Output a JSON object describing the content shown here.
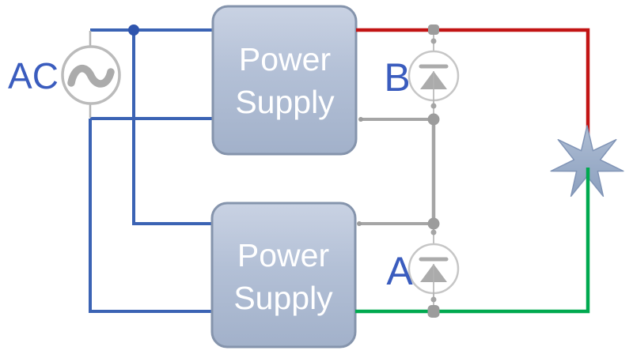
{
  "diagram": {
    "ac_source": {
      "label": "AC"
    },
    "power_supply_top": {
      "line1": "Power",
      "line2": "Supply"
    },
    "power_supply_bottom": {
      "line1": "Power",
      "line2": "Supply"
    },
    "diode_top": {
      "label": "B"
    },
    "diode_bottom": {
      "label": "A"
    },
    "colors": {
      "wire_blue": "#3B63B4",
      "wire_red": "#C21414",
      "wire_green": "#00A94F",
      "wire_gray": "#A5A5A5",
      "symbol_gray": "#ABABAB",
      "outline_gray": "#C6C6C6",
      "node_gray": "#9C9C9C",
      "label_blue": "#3A5CBE",
      "box_border": "#8594AC",
      "box_fill_top": "#C9D2E3",
      "box_fill_bottom": "#A2B1CA",
      "box_text": "#FFFFFF",
      "star_fill": "#9AACC8",
      "star_outline": "#8094B6"
    }
  }
}
